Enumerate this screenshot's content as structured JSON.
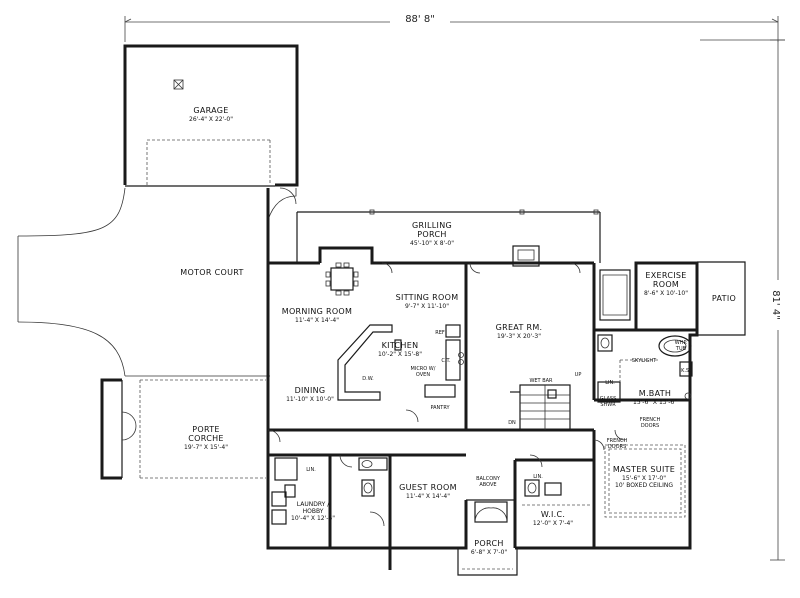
{
  "dimensions": {
    "width": "88' 8\"",
    "depth": "81' 4\""
  },
  "rooms": {
    "garage": {
      "name": "GARAGE",
      "size": "26'-4\" X 22'-0\""
    },
    "motor_court": {
      "name": "MOTOR COURT"
    },
    "porte_corche": {
      "name": "PORTE",
      "name2": "CORCHE",
      "size": "19'-7\" X 15'-4\""
    },
    "grilling_porch": {
      "name": "GRILLING",
      "name2": "PORCH",
      "size": "45'-10\" X 8'-0\""
    },
    "morning_room": {
      "name": "MORNING ROOM",
      "size": "11'-4\" X 14'-4\""
    },
    "sitting_room": {
      "name": "SITTING ROOM",
      "size": "9'-7\" X 11'-10\""
    },
    "kitchen": {
      "name": "KITCHEN",
      "size": "10'-2\" X 15'-8\""
    },
    "dining": {
      "name": "DINING",
      "size": "11'-10\" X 10'-0\""
    },
    "great_rm": {
      "name": "GREAT RM.",
      "size": "19'-3\" X 20'-3\""
    },
    "exercise_room": {
      "name": "EXERCISE",
      "name2": "ROOM",
      "size": "8'-6\" X 10'-10\""
    },
    "patio": {
      "name": "PATIO"
    },
    "m_bath": {
      "name": "M.BATH",
      "size": "15'-6\" X 13'-6\""
    },
    "master_suite": {
      "name": "MASTER SUITE",
      "size": "15'-6\" X 17'-0\"",
      "note": "10' BOXED CEILING"
    },
    "guest_room": {
      "name": "GUEST ROOM",
      "size": "11'-4\" X 14'-4\""
    },
    "laundry": {
      "name": "LAUNDRY /",
      "name2": "HOBBY",
      "size": "10'-4\" X 12'-6\""
    },
    "wic": {
      "name": "W.I.C.",
      "size": "12'-0\" X 7'-4\""
    },
    "porch": {
      "name": "PORCH",
      "size": "6'-8\" X 7'-0\""
    },
    "balcony": {
      "name": "BALCONY",
      "name2": "ABOVE"
    }
  },
  "fixtures": {
    "ref": "REF",
    "ct": "C.T.",
    "micro1": "MICRO W/",
    "micro2": "OVEN",
    "dw": "D.W.",
    "pantry": "PANTRY",
    "wet_bar": "WET BAR",
    "up": "UP",
    "dn": "DN",
    "skylight": "SKYLIGHT",
    "whp1": "WHP.",
    "whp2": "TUB",
    "ks": "K.S.",
    "lin": "LIN.",
    "glass1": "GLASS",
    "glass2": "SHWR",
    "french1": "FRENCH",
    "french2": "DOORS",
    "french_doors_b1": "FRENCH",
    "french_doors_b2": "DOORS",
    "lin2": "LIN.",
    "lin3": "LIN."
  }
}
